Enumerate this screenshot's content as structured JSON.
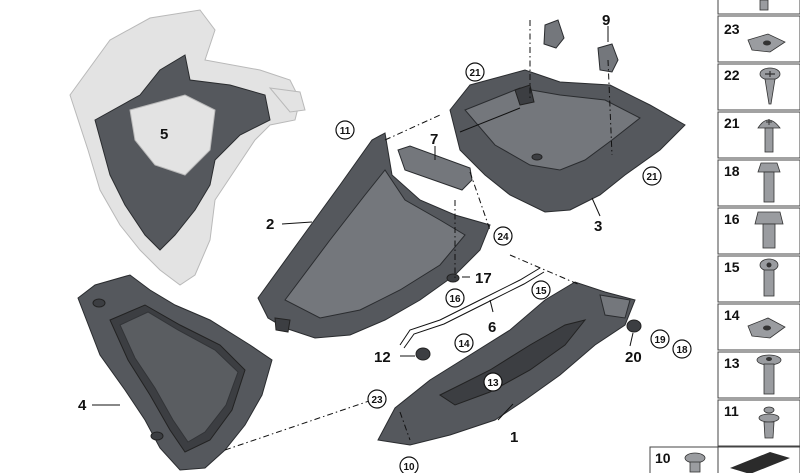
{
  "parts": {
    "p1": "1",
    "p2": "2",
    "p3": "3",
    "p4": "4",
    "p5": "5",
    "p6": "6",
    "p7": "7",
    "p9": "9",
    "p12": "12",
    "p17": "17",
    "p20": "20",
    "c10": "10",
    "c11": "11",
    "c13": "13",
    "c14": "14",
    "c15": "15",
    "c16": "16",
    "c18": "18",
    "c19": "19",
    "c21a": "21",
    "c21b": "21",
    "c23": "23",
    "c24": "24"
  },
  "side_panel": [
    {
      "number": "23",
      "icon": "clip-nut-icon"
    },
    {
      "number": "22",
      "icon": "phillips-screw-icon"
    },
    {
      "number": "21",
      "icon": "dome-screw-icon"
    },
    {
      "number": "18",
      "icon": "hex-bolt-icon"
    },
    {
      "number": "16",
      "icon": "hex-bolt-short-icon"
    },
    {
      "number": "15",
      "icon": "torx-screw-icon"
    },
    {
      "number": "14",
      "icon": "clip-nut-icon"
    },
    {
      "number": "13",
      "icon": "flange-screw-icon"
    },
    {
      "number": "11",
      "icon": "push-rivet-icon"
    }
  ],
  "bottom_cell": {
    "number": "10",
    "icon": "plug-icon"
  },
  "colors": {
    "part_fill": "#55585d",
    "ghost_fill": "#e3e3e3",
    "outline": "#111111"
  }
}
